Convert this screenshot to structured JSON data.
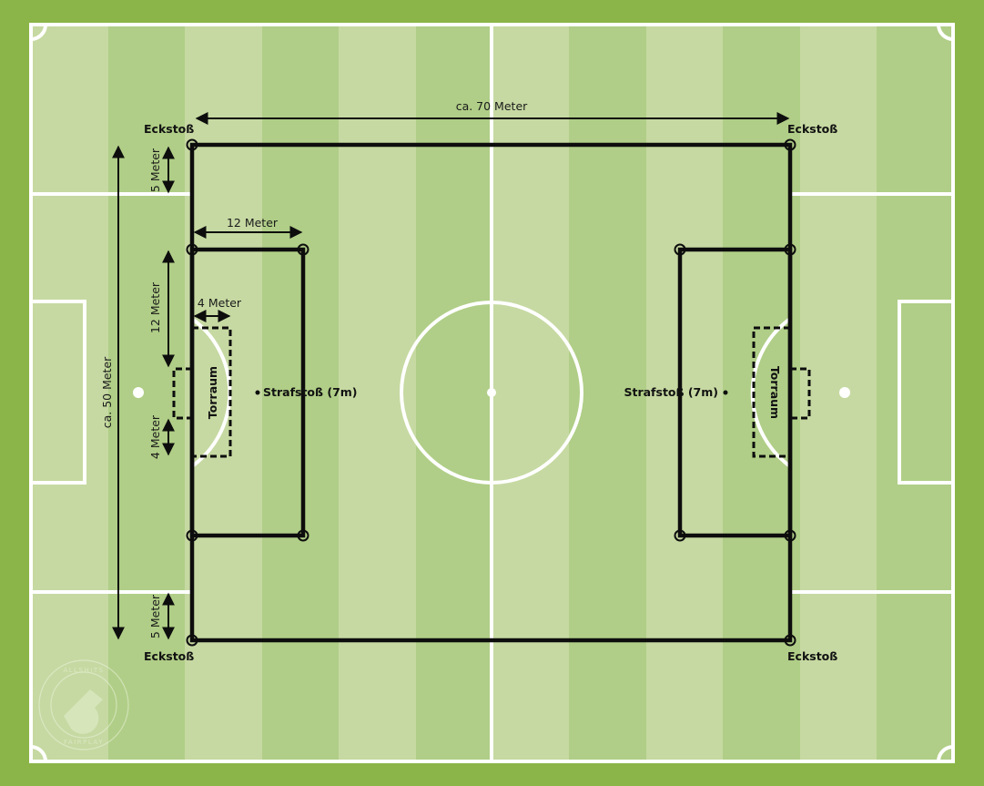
{
  "colors": {
    "border": "#8bb548",
    "stripe_light": "#c6d9a2",
    "stripe_dark": "#b0ce87",
    "white_lines": "#ffffff",
    "black_lines": "#0d0d0d"
  },
  "labels": {
    "corner_top_left": "Eckstoß",
    "corner_top_right": "Eckstoß",
    "corner_bottom_left": "Eckstoß",
    "corner_bottom_right": "Eckstoß",
    "width_dimension": "ca. 70 Meter",
    "length_dimension": "ca. 50 Meter",
    "corner_offset_top": "5 Meter",
    "corner_offset_bottom": "5 Meter",
    "penalty_area_width": "12 Meter",
    "penalty_area_depth": "12 Meter",
    "goal_area_width": "4 Meter",
    "goal_width": "4 Meter",
    "goal_area_left": "Torraum",
    "goal_area_right": "Torraum",
    "penalty_spot_left": "Strafstoß (7m)",
    "penalty_spot_right": "Strafstoß (7m)"
  },
  "watermark": {
    "top_text": "ALLSHITS",
    "bottom_text": "FAIRPLAY",
    "icon": "whistle-icon"
  }
}
